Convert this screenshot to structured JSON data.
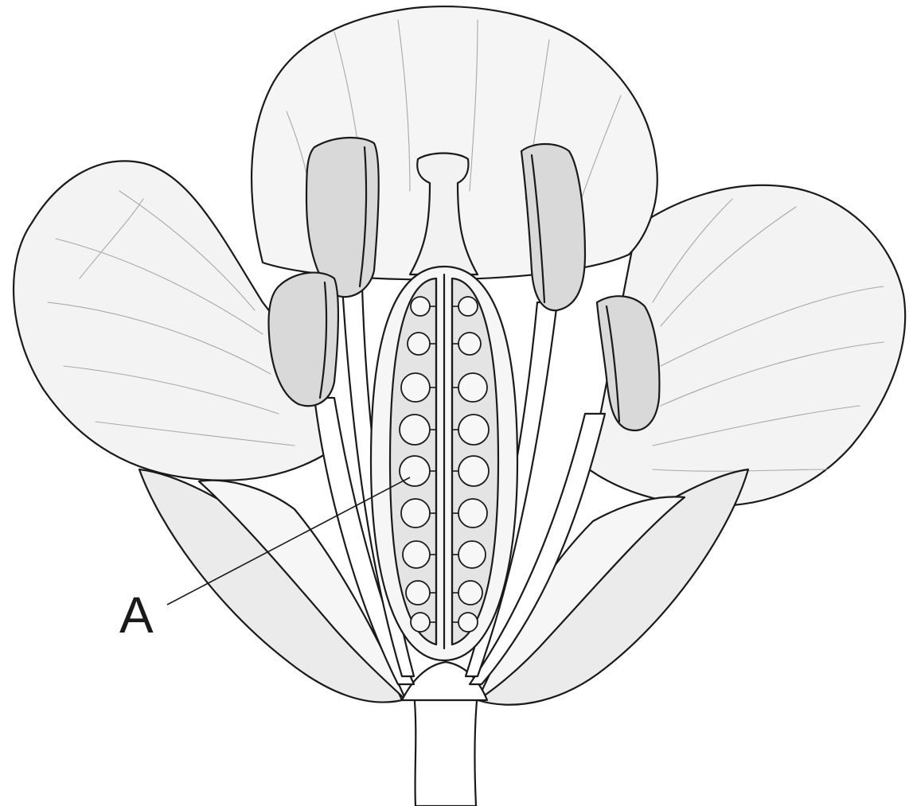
{
  "labels": {
    "a": "A"
  },
  "colors": {
    "outline": "#1a1a1a",
    "petal_fill": "#f3f3f3",
    "sepal_fill": "#ebebeb",
    "filament_fill": "#ffffff",
    "anther_fill": "#d9d9d9",
    "ovary_fill": "#e4e4e4",
    "ovule_fill": "#f7f7f7",
    "vein": "#a8a8a8"
  },
  "ovules": {
    "left_column_count": 9,
    "right_column_count": 9
  }
}
